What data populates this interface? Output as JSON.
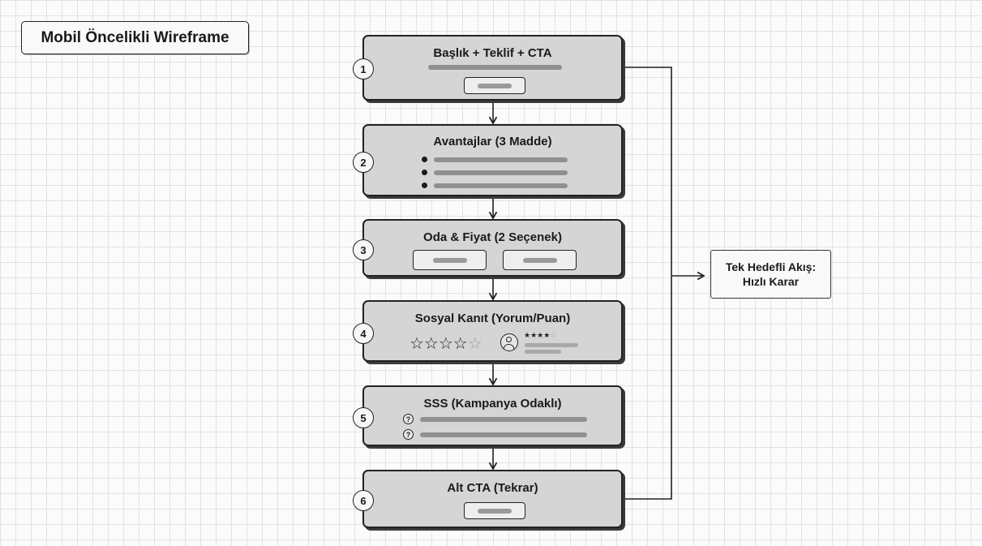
{
  "page_title": "Mobil Öncelikli Wireframe",
  "steps": [
    {
      "number": "1",
      "title": "Başlık + Teklif + CTA"
    },
    {
      "number": "2",
      "title": "Avantajlar (3 Madde)"
    },
    {
      "number": "3",
      "title": "Oda & Fiyat (2 Seçenek)"
    },
    {
      "number": "4",
      "title": "Sosyal Kanıt (Yorum/Puan)"
    },
    {
      "number": "5",
      "title": "SSS (Kampanya Odaklı)"
    },
    {
      "number": "6",
      "title": "Alt CTA (Tekrar)"
    }
  ],
  "rating": {
    "filled": "☆☆☆☆",
    "empty": "☆",
    "mini_filled": "★★★★",
    "mini_empty": "☆"
  },
  "faq_icon": "?",
  "summary": {
    "line1": "Tek Hedefli Akış:",
    "line2": "Hızlı Karar"
  },
  "colors": {
    "block_fill": "#d5d5d5",
    "grid": "#dfe2e6",
    "stroke": "#222222"
  }
}
